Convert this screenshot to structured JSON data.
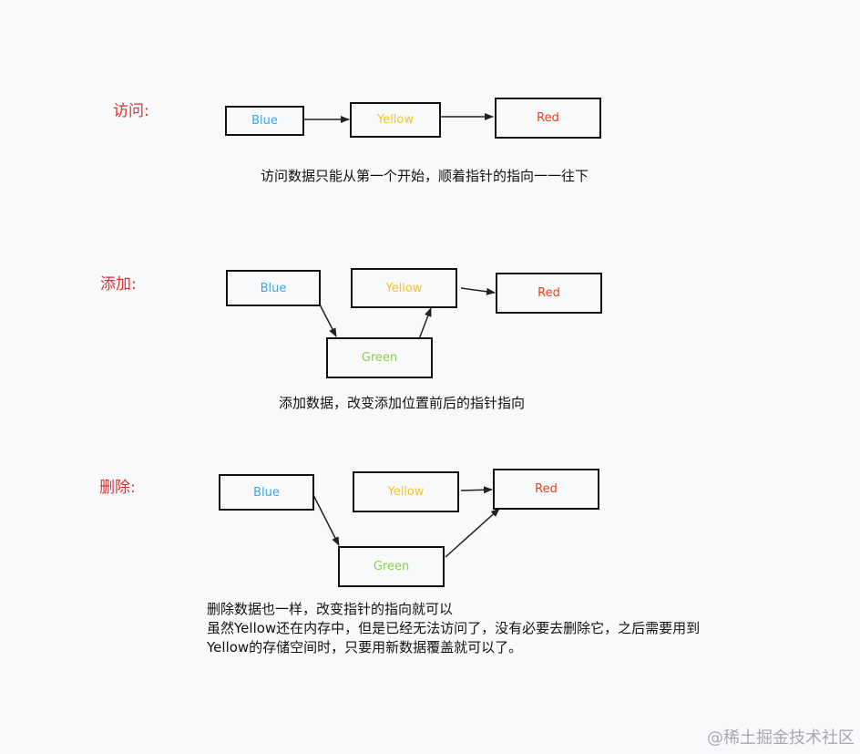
{
  "sections": {
    "access": {
      "label": "访问:",
      "nodes": {
        "blue": "Blue",
        "yellow": "Yellow",
        "red": "Red"
      },
      "note": "访问数据只能从第一个开始，顺着指针的指向一一往下"
    },
    "add": {
      "label": "添加:",
      "nodes": {
        "blue": "Blue",
        "yellow": "Yellow",
        "red": "Red",
        "green": "Green"
      },
      "note": "添加数据，改变添加位置前后的指针指向"
    },
    "delete": {
      "label": "删除:",
      "nodes": {
        "blue": "Blue",
        "yellow": "Yellow",
        "red": "Red",
        "green": "Green"
      },
      "notes": [
        "删除数据也一样，改变指针的指向就可以",
        "虽然Yellow还在内存中，但是已经无法访问了，没有必要去删除它，之后需要用到",
        "Yellow的存储空间时，只要用新数据覆盖就可以了。"
      ]
    }
  },
  "colors": {
    "label": "#e03131",
    "blue": "#3ea6e6",
    "yellow": "#f7c51e",
    "red": "#e8401c",
    "green": "#8bd04a"
  },
  "watermark": "@稀土掘金技术社区"
}
